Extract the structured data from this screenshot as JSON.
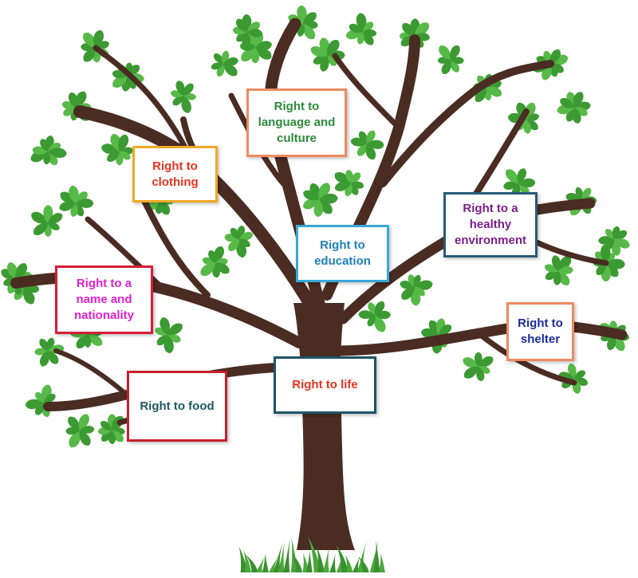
{
  "title": "",
  "colors": {
    "trunk": "#4a2c22",
    "leaf": "#3c9a32",
    "leaf_light": "#57b947",
    "grass": "#4aa83a"
  },
  "rights": [
    {
      "id": "language-and-culture",
      "text": "Right to language and culture",
      "text_color": "#2e8b3a",
      "border_color": "#ef8a62"
    },
    {
      "id": "clothing",
      "text": "Right to clothing",
      "text_color": "#e8321e",
      "border_color": "#f1a825"
    },
    {
      "id": "healthy-environment",
      "text": "Right to a healthy environment",
      "text_color": "#7a1f8c",
      "border_color": "#2a5a78"
    },
    {
      "id": "education",
      "text": "Right to education",
      "text_color": "#1f7fb8",
      "border_color": "#38a9d8"
    },
    {
      "id": "name-and-nationality",
      "text": "Right to a name and nationality",
      "text_color": "#e020d0",
      "border_color": "#d81e36"
    },
    {
      "id": "shelter",
      "text": "Right to shelter",
      "text_color": "#1c2a9a",
      "border_color": "#ef8a62"
    },
    {
      "id": "life",
      "text": "Right to life",
      "text_color": "#e8321e",
      "border_color": "#1d5566"
    },
    {
      "id": "food",
      "text": "Right to food",
      "text_color": "#1d5a63",
      "border_color": "#c81f2c"
    }
  ]
}
